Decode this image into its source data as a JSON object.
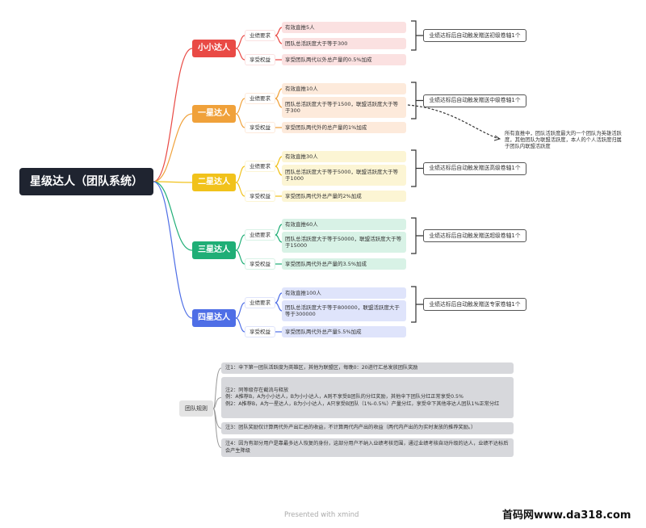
{
  "root": "星级达人（团队系统）",
  "categories": {
    "req": "业绩要求",
    "benefit": "享受权益"
  },
  "levels": [
    {
      "name": "小小达人",
      "color": "#e94a45",
      "bg": "#fbe1e1",
      "leaf1": "有效直推5人",
      "leaf2": "团队总活跃度大于等于300",
      "benefit": "享受团队两代以外总产量的0.5%加成",
      "result": "业绩达标后自动触发赠送初级卷轴1个"
    },
    {
      "name": "一星达人",
      "color": "#f0a13a",
      "bg": "#fdeadb",
      "leaf1": "有效直推10人",
      "leaf2": "团队总活跃度大于等于1500，联盟活跃度大于等于300",
      "benefit": "享受团队两代外的总产量的1%加成",
      "result": "业绩达标后自动触发赠送中级卷轴1个"
    },
    {
      "name": "二星达人",
      "color": "#f1c21b",
      "bg": "#fcf5d4",
      "leaf1": "有效直推30人",
      "leaf2": "团队总活跃度大于等于5000，联盟活跃度大于等于1000",
      "benefit": "享受团队两代外总产量的2%加成",
      "result": "业绩达标后自动触发赠送高级卷轴1个"
    },
    {
      "name": "三星达人",
      "color": "#1fae76",
      "bg": "#d8f2e6",
      "leaf1": "有效直推60人",
      "leaf2": "团队总活跃度大于等于50000，联盟活跃度大于等于15000",
      "benefit": "享受团队两代外总产量的3.5%加成",
      "result": "业绩达标后自动触发赠送超级卷轴1个"
    },
    {
      "name": "四星达人",
      "color": "#4e6ee6",
      "bg": "#dfe4fb",
      "leaf1": "有效直推100人",
      "leaf2": "团队总活跃度大于等于800000，联盟活跃度大于等于300000",
      "benefit": "享受团队两代外总产量5.5%加成",
      "result": "业绩达标后自动触发赠送专家卷轴1个"
    }
  ],
  "note": "所有直推中，团队活跃度最大的一个团队为英雄活跃度，其他团队为联盟活跃度，本人的个人活跃度归属于团队内联盟活跃度",
  "rules_label": "团队规则",
  "rules": [
    "注1：伞下第一团队活跃度为英雄区，其他为联盟区，每晚0：20进行汇总发放团队奖励",
    "注2：同等级存在截流与释放\n例：A推荐B，A为小小达人，B为小小达人，A则不享受B团队的分红奖励，其他伞下团队分红正常享受0.5%\n例2：A推荐B，A为一星达人，B为小小达人，A只享受B团队（1%-0.5%）产量分红，享受伞下其他非达人团队1%正常分红",
    "注3：团队奖励仅计算两代外产出汇总的收益，不计算两代内产出的收益（两代内产出的为实时发放的推荐奖励。）",
    "注4：因为有部分用户是靠最多达人恢复的身份，这部分用户不纳入业绩考核范围，通过业绩考核自动升级的达人，业绩不达标后会产生降级"
  ],
  "footer": "Presented with xmind",
  "watermark": "首码网www.da318.com"
}
